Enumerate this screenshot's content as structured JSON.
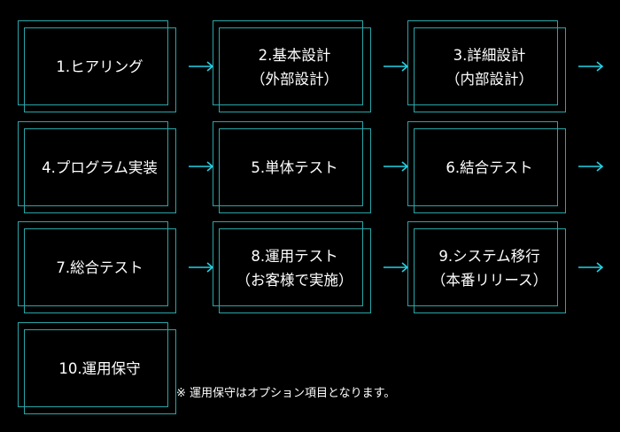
{
  "steps": [
    {
      "lines": [
        "1.ヒアリング"
      ]
    },
    {
      "lines": [
        "2.基本設計",
        "（外部設計）"
      ]
    },
    {
      "lines": [
        "3.詳細設計",
        "（内部設計）"
      ]
    },
    {
      "lines": [
        "4.プログラム実装"
      ]
    },
    {
      "lines": [
        "5.単体テスト"
      ]
    },
    {
      "lines": [
        "6.結合テスト"
      ]
    },
    {
      "lines": [
        "7.総合テスト"
      ]
    },
    {
      "lines": [
        "8.運用テスト",
        "（お客様で実施）"
      ]
    },
    {
      "lines": [
        "9.システム移行",
        "（本番リリース）"
      ]
    },
    {
      "lines": [
        "10.運用保守"
      ]
    }
  ],
  "note": "※ 運用保守はオプション項目となります。",
  "colors": {
    "background": "#000000",
    "frame": "#2aa6a8",
    "arrow": "#22d3e6",
    "text": "#ffffff"
  },
  "icons": {
    "connector": "right-arrow-icon"
  }
}
